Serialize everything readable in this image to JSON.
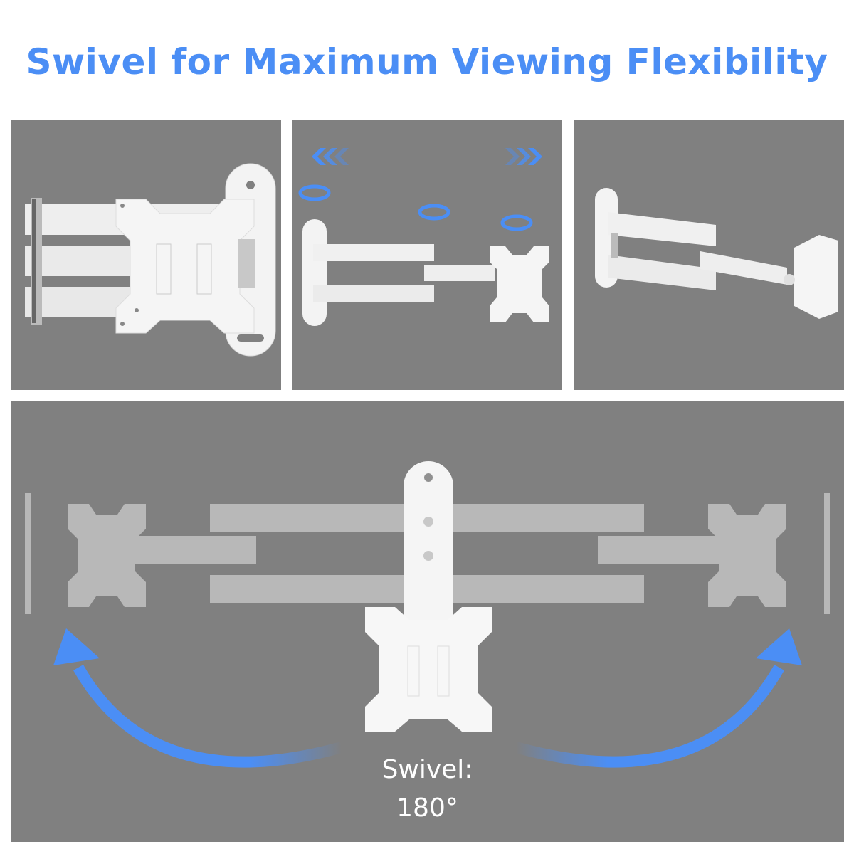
{
  "title": "Swivel for Maximum Viewing Flexibility",
  "colors": {
    "accent": "#4b8ef5",
    "panel_bg": "#808080",
    "mount": "#f2f2f2",
    "page_bg": "#ffffff"
  },
  "panels": [
    {
      "id": "folded-view",
      "description": "Wall mount arm fully folded, front view"
    },
    {
      "id": "extended-view",
      "description": "Arm extended with rotation indicators",
      "icons": [
        "chevrons-left-icon",
        "chevrons-right-icon",
        "rotate-icon",
        "rotate-icon",
        "rotate-icon"
      ]
    },
    {
      "id": "angled-view",
      "description": "Arm extended, angled perspective view"
    }
  ],
  "main_panel": {
    "caption_line1": "Swivel:",
    "caption_line2": "180°",
    "icons": [
      "arc-arrow-left-icon",
      "arc-arrow-right-icon"
    ]
  }
}
